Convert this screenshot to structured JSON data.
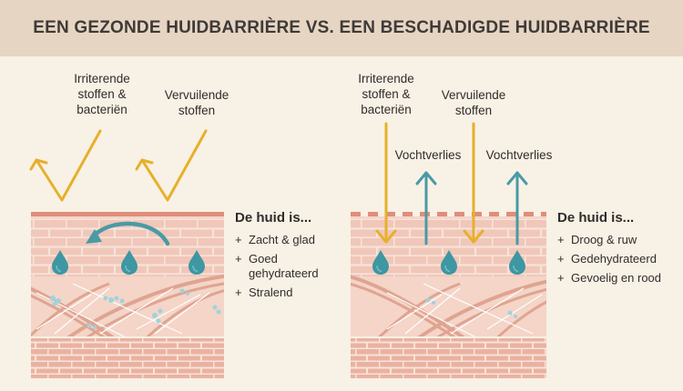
{
  "title": "EEN GEZONDE HUIDBARRIÈRE VS. EEN BESCHADIGDE HUIDBARRIÈRE",
  "healthy": {
    "label_irritants": "Irriterende stoffen & bacteriën",
    "label_pollutants": "Vervuilende stoffen",
    "heading": "De huid is...",
    "items": [
      "Zacht & glad",
      "Goed gehydrateerd",
      "Stralend"
    ]
  },
  "damaged": {
    "label_irritants": "Irriterende stoffen & bacteriën",
    "label_pollutants": "Vervuilende stoffen",
    "label_moisture_1": "Vochtverlies",
    "label_moisture_2": "Vochtverlies",
    "heading": "De huid is...",
    "items": [
      "Droog & ruw",
      "Gedehydrateerd",
      "Gevoelig en rood"
    ]
  },
  "colors": {
    "title_band": "#e6d5c3",
    "background": "#f8f1e6",
    "brick": "#f0c7b9",
    "brick_line": "#f7e3da",
    "deep_brick": "#eab2a0",
    "barrier": "#df8e7a",
    "fiber": "#dfa491",
    "arrow_yellow": "#e6b02a",
    "arrow_teal": "#4a9aa5",
    "drop": "#3e97a2",
    "text": "#2f2c2a"
  }
}
